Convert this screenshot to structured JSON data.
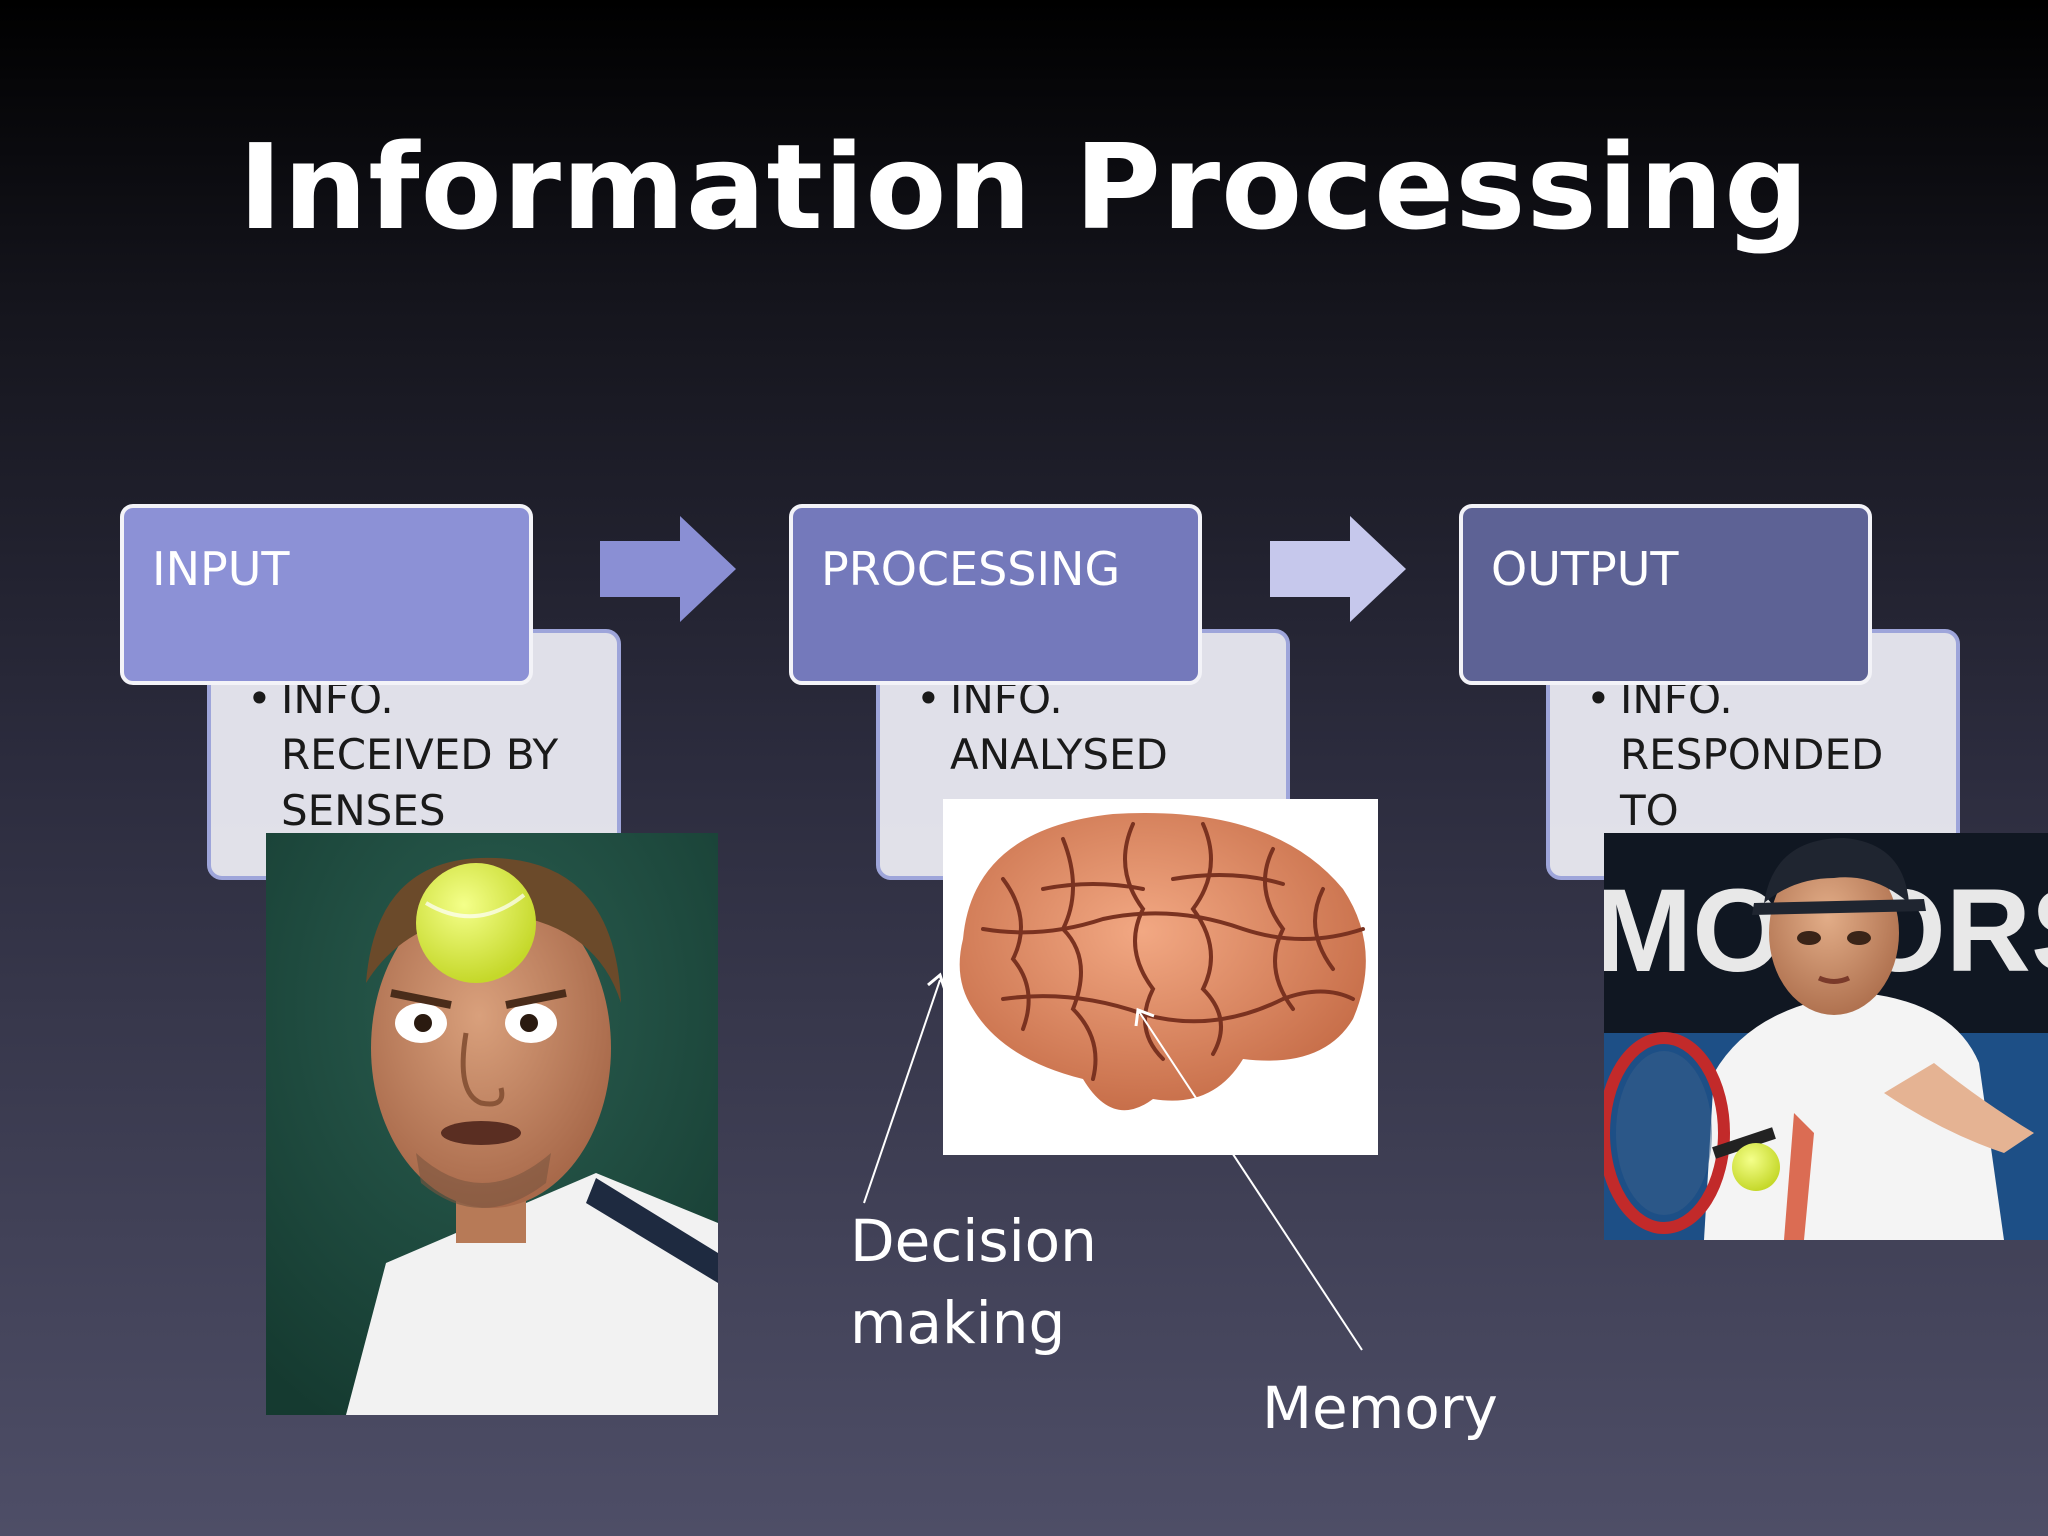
{
  "title": "Information Processing",
  "stages": [
    {
      "label": "INPUT",
      "detail": "INFO. RECEIVED BY SENSES"
    },
    {
      "label": "PROCESSING",
      "detail": "INFO. ANALYSED"
    },
    {
      "label": "OUTPUT",
      "detail": "INFO. RESPONDED TO"
    }
  ],
  "bullet": "•",
  "annotations": {
    "decision": "Decision making",
    "memory": "Memory"
  },
  "photo_text": {
    "banner": "MOTORS"
  },
  "colors": {
    "input_box": "#8c91d6",
    "processing_box": "#7479bb",
    "output_box": "#5d6295",
    "arrow_1": "#8a8fd4",
    "arrow_2": "#c6c8ec"
  }
}
